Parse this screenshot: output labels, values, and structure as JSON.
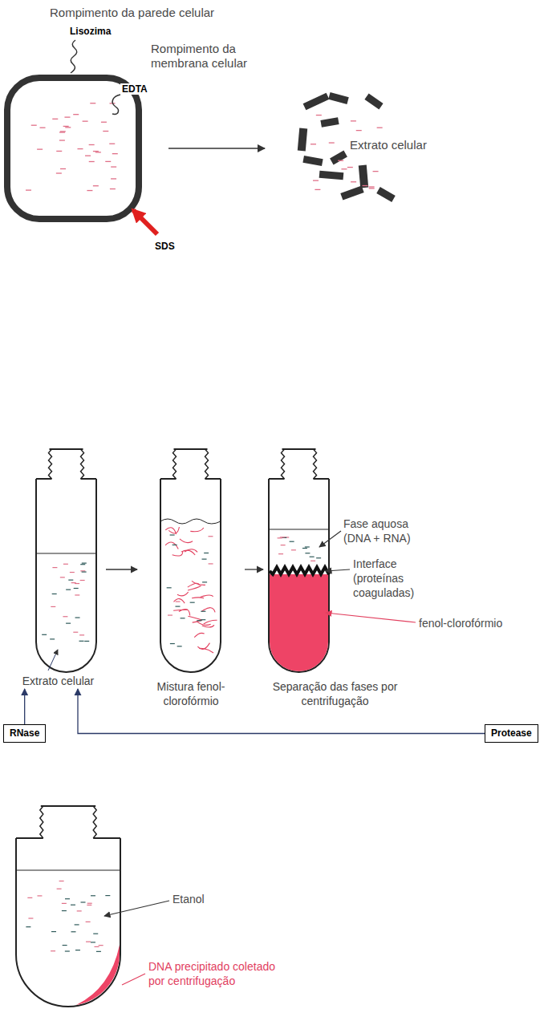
{
  "diagram": {
    "nodes": [
      {
        "text": [
          "Extrato celular"
        ]
      },
      {
        "text": [
          "Mistura fenol-clorofórmio"
        ]
      },
      {
        "text": [
          "Separação das fases por centrifugação"
        ]
      },
      {
        "text": [
          "RNase"
        ]
      },
      {
        "text": [
          "Protease"
        ]
      }
    ],
    "edges": [
      {
        "from": 0,
        "to": 1,
        "arrow": "to"
      },
      {
        "from": 1,
        "to": 2,
        "arrow": "to"
      },
      {
        "from": 3,
        "to": 0,
        "arrow": "to"
      },
      {
        "from": 4,
        "to": 0,
        "arrow": "to"
      }
    ],
    "labels": [
      "Rompimento da parede celular",
      "Lisozima",
      "Rompimento da membrana celular",
      "EDTA",
      "SDS",
      "Extrato celular",
      "Fase aquosa (DNA + RNA)",
      "Interface (proteínas coaguladas)",
      "fenol-clorofórmio",
      "Etanol",
      "DNA precipitado coletado por centrifugação"
    ]
  }
}
